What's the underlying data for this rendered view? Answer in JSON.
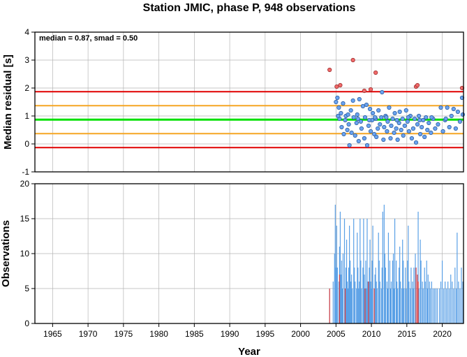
{
  "title": "Station JMIC, phase P, 948 observations",
  "chart_data": [
    {
      "type": "scatter",
      "ylabel": "Median residual [s]",
      "xlim": [
        1962.5,
        2023
      ],
      "ylim": [
        -1,
        4
      ],
      "yticks": [
        -1,
        0,
        1,
        2,
        3,
        4
      ],
      "annotation": "median = 0.87, smad = 0.50",
      "hlines": [
        {
          "y": 0.87,
          "color": "#00e000"
        },
        {
          "y": 1.37,
          "color": "#f5a623"
        },
        {
          "y": 0.37,
          "color": "#f5a623"
        },
        {
          "y": 1.87,
          "color": "#e00000"
        },
        {
          "y": -0.13,
          "color": "#e00000"
        }
      ],
      "inlier_color": "#6aa3f0",
      "outlier_color": "#f06a6a",
      "points": [
        [
          2005.0,
          1.5
        ],
        [
          2005.2,
          1.65
        ],
        [
          2005.4,
          1.3
        ],
        [
          2005.5,
          0.9
        ],
        [
          2005.7,
          1.1
        ],
        [
          2005.8,
          0.6
        ],
        [
          2006.0,
          1.45
        ],
        [
          2006.1,
          0.35
        ],
        [
          2006.3,
          0.85
        ],
        [
          2006.4,
          1.0
        ],
        [
          2006.6,
          0.5
        ],
        [
          2006.8,
          0.7
        ],
        [
          2006.9,
          -0.05
        ],
        [
          2007.1,
          1.2
        ],
        [
          2007.2,
          0.4
        ],
        [
          2007.4,
          1.55
        ],
        [
          2007.5,
          0.95
        ],
        [
          2007.7,
          0.3
        ],
        [
          2007.9,
          0.75
        ],
        [
          2008.0,
          1.05
        ],
        [
          2008.2,
          0.1
        ],
        [
          2008.3,
          1.6
        ],
        [
          2008.5,
          0.8
        ],
        [
          2008.6,
          0.55
        ],
        [
          2008.8,
          1.35
        ],
        [
          2009.0,
          0.2
        ],
        [
          2009.1,
          0.95
        ],
        [
          2009.3,
          1.4
        ],
        [
          2009.4,
          -0.05
        ],
        [
          2009.6,
          0.65
        ],
        [
          2009.8,
          1.25
        ],
        [
          2009.9,
          0.45
        ],
        [
          2010.1,
          0.85
        ],
        [
          2010.2,
          1.1
        ],
        [
          2010.4,
          0.35
        ],
        [
          2010.6,
          0.9
        ],
        [
          2010.7,
          0.25
        ],
        [
          2010.9,
          0.55
        ],
        [
          2011.0,
          1.2
        ],
        [
          2011.2,
          0.7
        ],
        [
          2011.4,
          0.95
        ],
        [
          2011.5,
          1.85
        ],
        [
          2011.7,
          0.15
        ],
        [
          2011.8,
          0.6
        ],
        [
          2012.0,
          1.0
        ],
        [
          2012.2,
          0.45
        ],
        [
          2012.3,
          0.8
        ],
        [
          2012.5,
          1.3
        ],
        [
          2012.7,
          0.2
        ],
        [
          2012.8,
          0.65
        ],
        [
          2013.0,
          0.9
        ],
        [
          2013.2,
          0.4
        ],
        [
          2013.3,
          1.1
        ],
        [
          2013.5,
          0.55
        ],
        [
          2013.7,
          0.15
        ],
        [
          2013.9,
          0.75
        ],
        [
          2014.0,
          1.15
        ],
        [
          2014.2,
          0.5
        ],
        [
          2014.4,
          0.9
        ],
        [
          2014.5,
          0.3
        ],
        [
          2014.7,
          0.65
        ],
        [
          2014.9,
          1.2
        ],
        [
          2015.1,
          0.8
        ],
        [
          2015.3,
          0.45
        ],
        [
          2015.5,
          1.0
        ],
        [
          2015.7,
          0.2
        ],
        [
          2015.9,
          0.55
        ],
        [
          2016.1,
          0.9
        ],
        [
          2016.3,
          0.05
        ],
        [
          2016.5,
          0.7
        ],
        [
          2016.7,
          1.0
        ],
        [
          2016.9,
          0.35
        ],
        [
          2017.1,
          0.6
        ],
        [
          2017.3,
          0.85
        ],
        [
          2017.5,
          0.25
        ],
        [
          2017.7,
          0.95
        ],
        [
          2017.9,
          0.5
        ],
        [
          2018.1,
          0.75
        ],
        [
          2018.4,
          0.4
        ],
        [
          2018.7,
          0.9
        ],
        [
          2019.0,
          0.55
        ],
        [
          2019.4,
          0.7
        ],
        [
          2019.8,
          1.3
        ],
        [
          2020.1,
          0.45
        ],
        [
          2020.4,
          0.85
        ],
        [
          2020.7,
          1.3
        ],
        [
          2021.0,
          0.6
        ],
        [
          2021.3,
          1.0
        ],
        [
          2021.6,
          1.25
        ],
        [
          2021.9,
          0.55
        ],
        [
          2022.2,
          1.15
        ],
        [
          2022.5,
          0.8
        ],
        [
          2022.8,
          1.65
        ],
        [
          2022.9,
          1.05
        ],
        [
          2005.3,
          1.0
        ],
        [
          2006.7,
          1.05
        ],
        [
          2008.1,
          0.9
        ],
        [
          2009.7,
          0.85
        ],
        [
          2010.5,
          0.95
        ],
        [
          2012.1,
          0.95
        ],
        [
          2013.6,
          0.85
        ],
        [
          2015.2,
          0.95
        ],
        [
          2016.8,
          0.85
        ],
        [
          2018.5,
          0.95
        ],
        [
          2020.5,
          0.9
        ]
      ],
      "outliers": [
        [
          2004.1,
          2.65
        ],
        [
          2005.1,
          2.05
        ],
        [
          2005.6,
          2.1
        ],
        [
          2007.4,
          3.0
        ],
        [
          2009.0,
          1.9
        ],
        [
          2009.9,
          1.95
        ],
        [
          2010.6,
          2.55
        ],
        [
          2016.3,
          2.05
        ],
        [
          2016.5,
          2.1
        ],
        [
          2022.8,
          2.0
        ]
      ]
    },
    {
      "type": "bar",
      "ylabel": "Observations",
      "xlabel": "Year",
      "xlim": [
        1962.5,
        2023
      ],
      "ylim": [
        0,
        20
      ],
      "yticks": [
        0,
        5,
        10,
        15,
        20
      ],
      "xticks": [
        1965,
        1970,
        1975,
        1980,
        1985,
        1990,
        1995,
        2000,
        2005,
        2010,
        2015,
        2020
      ],
      "inlier_color": "#5aa0e6",
      "outlier_color": "#e04040",
      "bars": [
        [
          2004.1,
          5
        ],
        [
          2004.6,
          6
        ],
        [
          2004.8,
          10
        ],
        [
          2004.9,
          17
        ],
        [
          2005.0,
          8
        ],
        [
          2005.1,
          14
        ],
        [
          2005.2,
          8
        ],
        [
          2005.4,
          6
        ],
        [
          2005.5,
          11
        ],
        [
          2005.6,
          16
        ],
        [
          2005.7,
          7
        ],
        [
          2005.8,
          9
        ],
        [
          2005.9,
          5
        ],
        [
          2006.0,
          10
        ],
        [
          2006.2,
          15
        ],
        [
          2006.3,
          4
        ],
        [
          2006.4,
          8
        ],
        [
          2006.5,
          12
        ],
        [
          2006.6,
          6
        ],
        [
          2006.7,
          5
        ],
        [
          2006.8,
          8
        ],
        [
          2006.9,
          14
        ],
        [
          2007.0,
          9
        ],
        [
          2007.1,
          6
        ],
        [
          2007.2,
          7
        ],
        [
          2007.3,
          5
        ],
        [
          2007.5,
          15
        ],
        [
          2007.6,
          8
        ],
        [
          2007.7,
          6
        ],
        [
          2007.9,
          5
        ],
        [
          2008.0,
          13
        ],
        [
          2008.1,
          8
        ],
        [
          2008.2,
          5
        ],
        [
          2008.3,
          6
        ],
        [
          2008.4,
          15
        ],
        [
          2008.5,
          9
        ],
        [
          2008.6,
          5
        ],
        [
          2008.8,
          8
        ],
        [
          2008.9,
          15
        ],
        [
          2009.0,
          7
        ],
        [
          2009.2,
          9
        ],
        [
          2009.3,
          5
        ],
        [
          2009.4,
          15
        ],
        [
          2009.5,
          6
        ],
        [
          2009.7,
          8
        ],
        [
          2009.8,
          12
        ],
        [
          2009.9,
          6
        ],
        [
          2010.0,
          5
        ],
        [
          2010.1,
          9
        ],
        [
          2010.2,
          14
        ],
        [
          2010.4,
          5
        ],
        [
          2010.5,
          7
        ],
        [
          2010.6,
          8
        ],
        [
          2010.7,
          6
        ],
        [
          2010.8,
          5
        ],
        [
          2011.0,
          13
        ],
        [
          2011.1,
          9
        ],
        [
          2011.2,
          6
        ],
        [
          2011.4,
          5
        ],
        [
          2011.5,
          8
        ],
        [
          2011.6,
          16
        ],
        [
          2011.8,
          17
        ],
        [
          2011.9,
          10
        ],
        [
          2012.0,
          8
        ],
        [
          2012.2,
          6
        ],
        [
          2012.3,
          5
        ],
        [
          2012.4,
          13
        ],
        [
          2012.6,
          9
        ],
        [
          2012.7,
          5
        ],
        [
          2012.8,
          6
        ],
        [
          2013.0,
          9
        ],
        [
          2013.1,
          10
        ],
        [
          2013.2,
          5
        ],
        [
          2013.3,
          15
        ],
        [
          2013.5,
          9
        ],
        [
          2013.6,
          6
        ],
        [
          2013.7,
          5
        ],
        [
          2013.9,
          8
        ],
        [
          2014.0,
          11
        ],
        [
          2014.1,
          6
        ],
        [
          2014.3,
          5
        ],
        [
          2014.4,
          12
        ],
        [
          2014.5,
          9
        ],
        [
          2014.6,
          5
        ],
        [
          2014.8,
          8
        ],
        [
          2014.9,
          5
        ],
        [
          2015.1,
          9
        ],
        [
          2015.2,
          14
        ],
        [
          2015.3,
          6
        ],
        [
          2015.5,
          5
        ],
        [
          2015.6,
          8
        ],
        [
          2015.8,
          6
        ],
        [
          2015.9,
          5
        ],
        [
          2016.0,
          8
        ],
        [
          2016.2,
          10
        ],
        [
          2016.3,
          8
        ],
        [
          2016.5,
          7
        ],
        [
          2016.6,
          16
        ],
        [
          2016.7,
          5
        ],
        [
          2016.9,
          12
        ],
        [
          2017.0,
          9
        ],
        [
          2017.2,
          6
        ],
        [
          2017.3,
          5
        ],
        [
          2017.5,
          8
        ],
        [
          2017.6,
          6
        ],
        [
          2017.8,
          9
        ],
        [
          2017.9,
          5
        ],
        [
          2018.0,
          7
        ],
        [
          2018.2,
          6
        ],
        [
          2018.3,
          5
        ],
        [
          2018.5,
          6
        ],
        [
          2018.7,
          5
        ],
        [
          2018.9,
          5
        ],
        [
          2019.1,
          5
        ],
        [
          2019.3,
          5
        ],
        [
          2019.6,
          5
        ],
        [
          2019.8,
          6
        ],
        [
          2020.0,
          9
        ],
        [
          2020.2,
          5
        ],
        [
          2020.4,
          6
        ],
        [
          2020.6,
          5
        ],
        [
          2020.8,
          6
        ],
        [
          2021.0,
          5
        ],
        [
          2021.2,
          7
        ],
        [
          2021.4,
          6
        ],
        [
          2021.6,
          5
        ],
        [
          2021.8,
          8
        ],
        [
          2022.0,
          5
        ],
        [
          2022.1,
          13
        ],
        [
          2022.3,
          6
        ],
        [
          2022.5,
          5
        ],
        [
          2022.7,
          8
        ],
        [
          2022.9,
          6
        ]
      ],
      "red_bars": [
        [
          2004.1,
          5
        ],
        [
          2005.5,
          7
        ],
        [
          2006.3,
          5
        ],
        [
          2009.1,
          5
        ],
        [
          2009.6,
          6
        ],
        [
          2010.4,
          5
        ],
        [
          2016.3,
          8
        ],
        [
          2016.5,
          7
        ],
        [
          2016.6,
          6
        ]
      ]
    }
  ]
}
